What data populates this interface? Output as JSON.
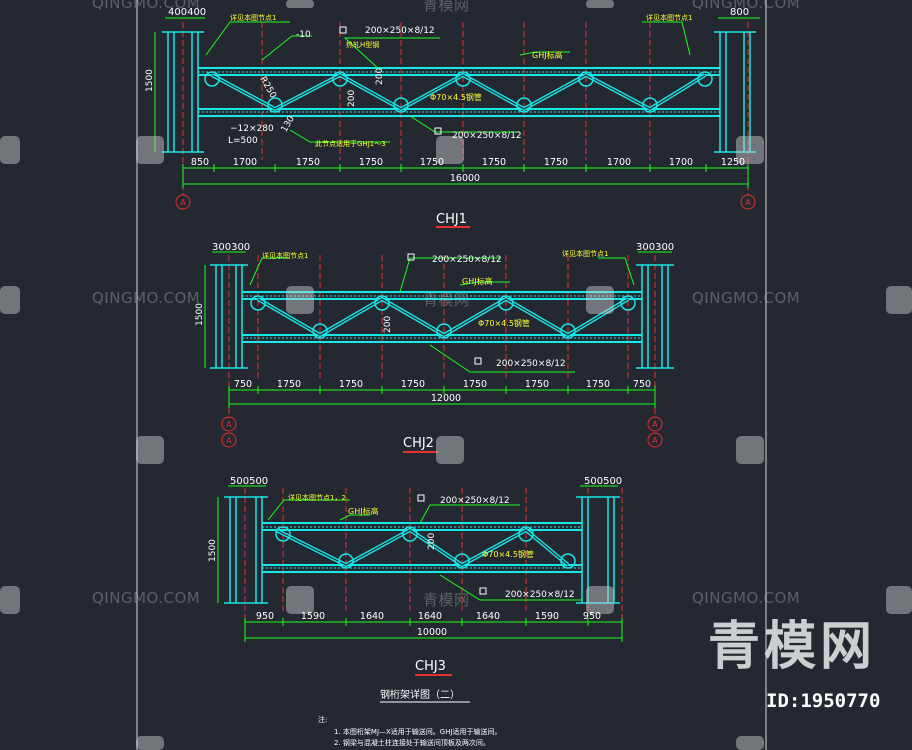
{
  "trusses": [
    {
      "title": "CHJ1",
      "top_chord": "200×250×8/12",
      "bottom_chord": "200×250×8/12",
      "web": "Φ70×4.5钢管",
      "truss_label": "GHJ标高",
      "node_note": "详见本图节点1",
      "height_dim": "1500",
      "inner_height": "200",
      "inner_height2": "200",
      "total": "16000",
      "col_left": "400400",
      "col_right": "800",
      "spans": [
        "850",
        "1700",
        "1750",
        "1750",
        "1750",
        "1750",
        "1750",
        "1700",
        "1250"
      ],
      "extra_notes": [
        "-10",
        "热轧H型钢",
        "R250",
        "−12×280",
        "L=500",
        "此节点适用于GHJ1～3",
        "130"
      ],
      "axis": "A"
    },
    {
      "title": "CHJ2",
      "top_chord": "200×250×8/12",
      "bottom_chord": "200×250×8/12",
      "web": "Φ70×4.5钢管",
      "truss_label": "GHJ标高",
      "node_note": "详见本图节点1",
      "height_dim": "1500",
      "inner_height": "200",
      "total": "12000",
      "col_left": "300300",
      "col_right": "300300",
      "spans": [
        "750",
        "1750",
        "1750",
        "1750",
        "1750",
        "1750",
        "1750",
        "750"
      ],
      "axis": "A"
    },
    {
      "title": "CHJ3",
      "top_chord": "200×250×8/12",
      "bottom_chord": "200×250×8/12",
      "web": "Φ70×4.5钢管",
      "truss_label": "GHJ标高",
      "node_note": "详见本图节点1，2",
      "height_dim": "1500",
      "inner_height": "200",
      "total": "10000",
      "col_left": "500500",
      "col_right": "500500",
      "spans": [
        "950",
        "1590",
        "1640",
        "1640",
        "1640",
        "1590",
        "950"
      ]
    }
  ],
  "sheet_title": "钢桁架详图（二）",
  "notes_label": "注:",
  "notes": [
    "1.   本图桁架MJ—X适用于输送间。GHJ适用于输送间。",
    "2.   钢梁与混凝土柱连接处于输送间顶板及两次间。"
  ],
  "watermark": {
    "small": "QINGMO.COM",
    "cn": "青模网",
    "big": "青模网",
    "id": "ID:1950770"
  },
  "colors": {
    "background": "#232831",
    "member": "#19e6e6",
    "dimension": "#19ff19",
    "grid": "#e63030",
    "text_label": "#ffff33",
    "white": "#ffffff"
  }
}
